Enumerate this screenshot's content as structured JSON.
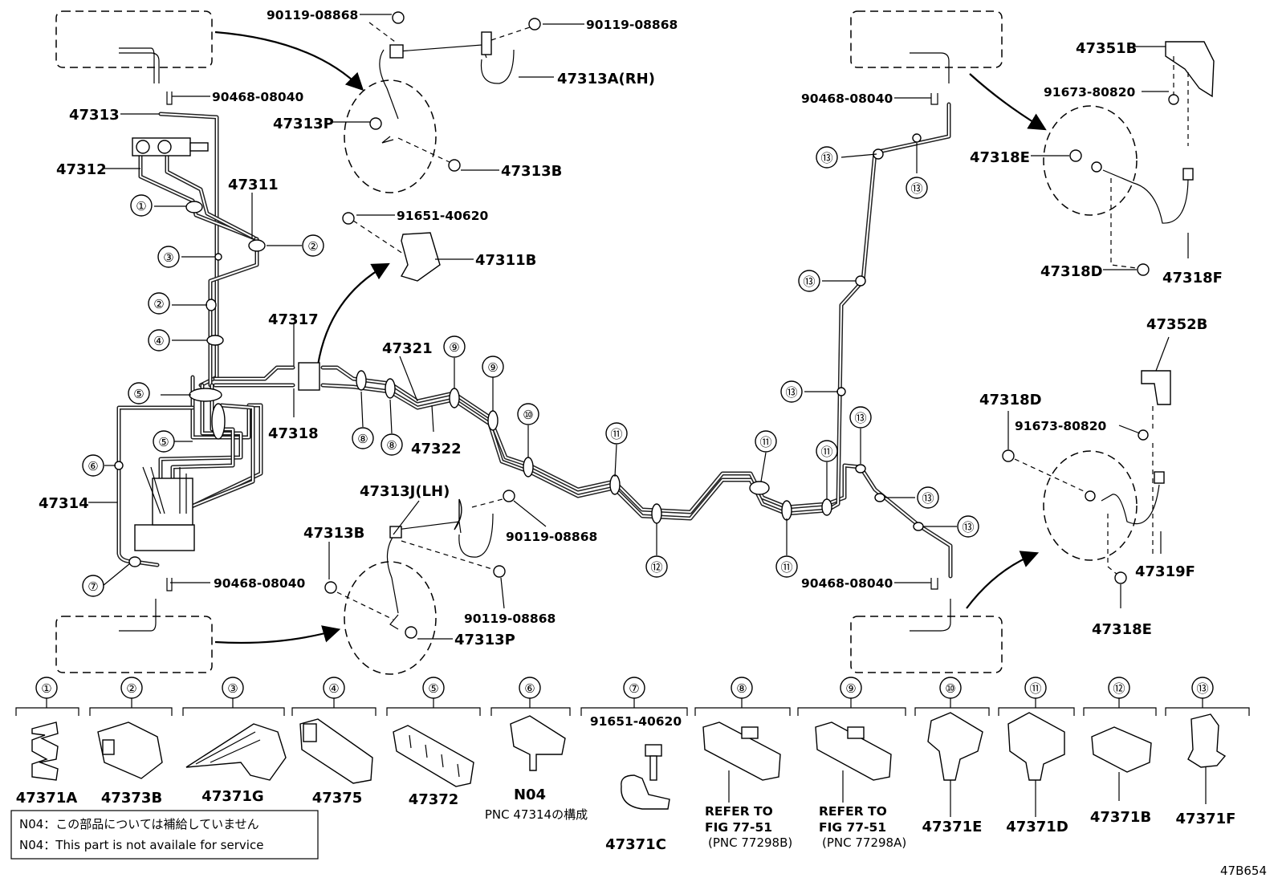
{
  "diagram_id": "47B654",
  "callouts": {
    "p90119_08868_a": "90119-08868",
    "p90119_08868_b": "90119-08868",
    "p47313A_RH": "47313A(RH)",
    "p90468_08040_a": "90468-08040",
    "p47313": "47313",
    "p47313P_a": "47313P",
    "p47313B_a": "47313B",
    "p47312": "47312",
    "p47311": "47311",
    "p91651_40620": "91651-40620",
    "p47311B": "47311B",
    "p47317": "47317",
    "p47321": "47321",
    "p47318": "47318",
    "p47322": "47322",
    "p47314": "47314",
    "p47313J_LH": "47313J(LH)",
    "p47313B_b": "47313B",
    "p90119_08868_c": "90119-08868",
    "p90119_08868_d": "90119-08868",
    "p90468_08040_b": "90468-08040",
    "p47313P_b": "47313P",
    "p90468_08040_c": "90468-08040",
    "p47351B": "47351B",
    "p91673_80820_a": "91673-80820",
    "p47318E_a": "47318E",
    "p47318D_a": "47318D",
    "p47318F": "47318F",
    "p47352B": "47352B",
    "p47318D_b": "47318D",
    "p91673_80820_b": "91673-80820",
    "p47319F": "47319F",
    "p47318E_b": "47318E",
    "p90468_08040_d": "90468-08040"
  },
  "markers": [
    "①",
    "②",
    "③",
    "④",
    "⑤",
    "⑥",
    "⑦",
    "⑧",
    "⑨",
    "⑩",
    "⑪",
    "⑫",
    "⑬"
  ],
  "legend": [
    {
      "num": "①",
      "label": "47371A"
    },
    {
      "num": "②",
      "label": "47373B"
    },
    {
      "num": "③",
      "label": "47371G"
    },
    {
      "num": "④",
      "label": "47375"
    },
    {
      "num": "⑤",
      "label": "47372"
    },
    {
      "num": "⑥",
      "label": "N04",
      "sub": "PNC 47314の構成"
    },
    {
      "num": "⑦",
      "label": "47371C",
      "sub": "91651-40620"
    },
    {
      "num": "⑧",
      "label": "REFER TO",
      "line2": "FIG 77-51",
      "line3": "(PNC 77298B)"
    },
    {
      "num": "⑨",
      "label": "REFER TO",
      "line2": "FIG 77-51",
      "line3": "(PNC 77298A)"
    },
    {
      "num": "⑩",
      "label": "47371E"
    },
    {
      "num": "⑪",
      "label": "47371D"
    },
    {
      "num": "⑫",
      "label": "47371B"
    },
    {
      "num": "⑬",
      "label": "47371F"
    }
  ],
  "notes": {
    "jp": "N04：この部品については補給していません",
    "en": "N04：This part is not availale for service"
  }
}
